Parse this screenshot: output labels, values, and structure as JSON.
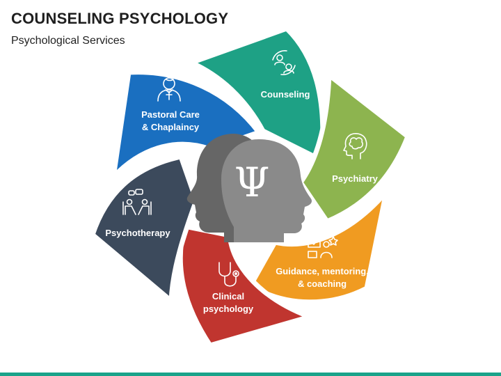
{
  "header": {
    "title": "COUNSELING PSYCHOLOGY",
    "subtitle": "Psychological Services"
  },
  "center": {
    "symbol": "Ψ"
  },
  "petals": [
    {
      "lines": [
        "Counseling"
      ],
      "color": "#1ea185",
      "icon": "people-exchange-icon"
    },
    {
      "lines": [
        "Psychiatry"
      ],
      "color": "#8db44f",
      "icon": "brain-head-icon"
    },
    {
      "lines": [
        "Guidance, mentoring,",
        "& coaching"
      ],
      "color": "#f09b21",
      "icon": "mentor-board-icon"
    },
    {
      "lines": [
        "Clinical",
        "psychology"
      ],
      "color": "#c0352f",
      "icon": "stethoscope-icon"
    },
    {
      "lines": [
        "Psychotherapy"
      ],
      "color": "#3c4a5c",
      "icon": "therapy-session-icon"
    },
    {
      "lines": [
        "Pastoral Care",
        "& Chaplaincy"
      ],
      "color": "#1a6fc0",
      "icon": "priest-icon"
    }
  ],
  "colors": {
    "head_dark": "#666666",
    "head_light": "#8a8a8a",
    "accent_bar": "#1aa38a"
  }
}
